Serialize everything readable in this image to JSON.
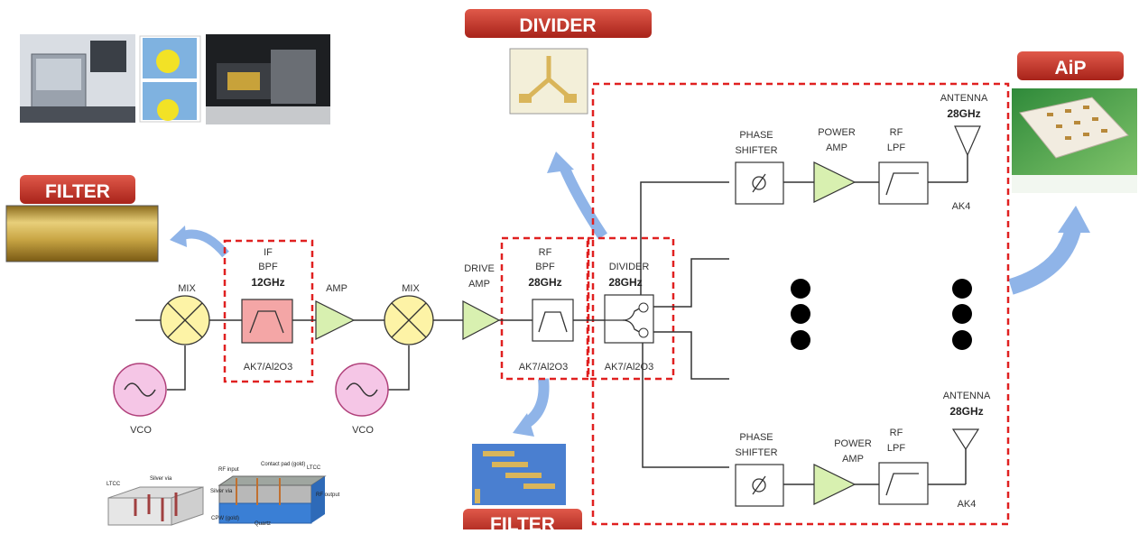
{
  "badges": {
    "divider": "DIVIDER",
    "aip": "AiP",
    "filter_left": "FILTER",
    "filter_bottom": "FILTER"
  },
  "blocks": {
    "mix1": "MIX",
    "vco1": "VCO",
    "if_bpf_line1": "IF",
    "if_bpf_line2": "BPF",
    "if_bpf_freq": "12GHz",
    "if_bpf_material": "AK7/Al2O3",
    "amp": "AMP",
    "mix2": "MIX",
    "vco2": "VCO",
    "drive_amp_line1": "DRIVE",
    "drive_amp_line2": "AMP",
    "rf_bpf_line1": "RF",
    "rf_bpf_line2": "BPF",
    "rf_bpf_freq": "28GHz",
    "rf_bpf_material": "AK7/Al2O3",
    "divider_label": "DIVIDER",
    "divider_freq": "28GHz",
    "divider_material": "AK7/Al2O3"
  },
  "upper_chain": {
    "phase_line1": "PHASE",
    "phase_line2": "SHIFTER",
    "power_line1": "POWER",
    "power_line2": "AMP",
    "lpf_line1": "RF",
    "lpf_line2": "LPF",
    "antenna_label": "ANTENNA",
    "antenna_freq": "28GHz",
    "material": "AK4"
  },
  "lower_chain": {
    "phase_line1": "PHASE",
    "phase_line2": "SHIFTER",
    "power_line1": "POWER",
    "power_line2": "AMP",
    "lpf_line1": "RF",
    "lpf_line2": "LPF",
    "antenna_label": "ANTENNA",
    "antenna_freq": "28GHz",
    "material": "AK4"
  },
  "structure_labels": {
    "ltcc_left": "LTCC",
    "silver_via_left": "Silver via",
    "rf_input": "RF input",
    "contact_pad": "Contact pad (gold)",
    "ltcc_right": "LTCC",
    "silver_via_right": "Silver via",
    "rf_output": "RF output",
    "cpw": "CPW (gold)",
    "quartz": "Quartz"
  },
  "colors": {
    "badge_red": "#c0392b",
    "dashed_red": "#e02020",
    "mixer_fill": "#fdf3a6",
    "vco_fill": "#f5c6e6",
    "vco_stroke": "#b0407a",
    "amp_fill": "#d8f0b0",
    "if_filter_fill": "#f4a6a6",
    "arrow_blue": "#8fb4e8"
  }
}
